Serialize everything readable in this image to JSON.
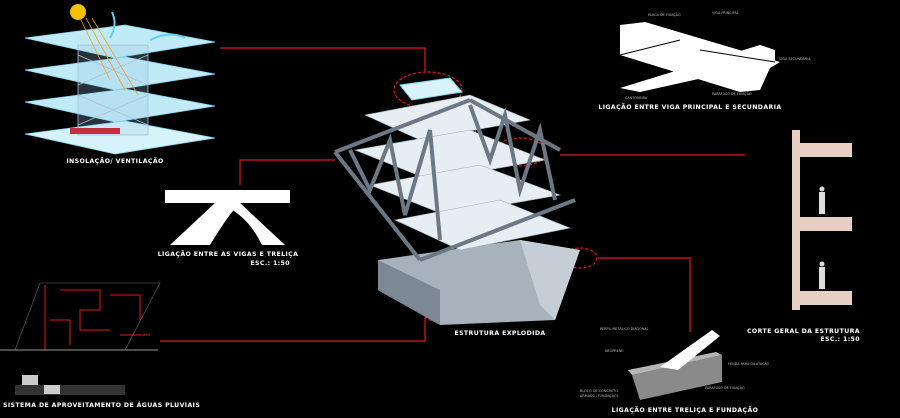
{
  "colors": {
    "background": "#000000",
    "connector": "#e0191c",
    "glass": "#7fd6ef",
    "steel": "#8d9aa6",
    "section": "#e8cfc4"
  },
  "panels": {
    "insolation": {
      "title": "INSOLAÇÃO/ VENTILAÇÃO"
    },
    "beam_truss": {
      "title": "LIGAÇÃO ENTRE AS VIGAS E TRELIÇA",
      "scale": "ESC.: 1:50"
    },
    "rainwater": {
      "title": "SISTEMA DE APROVEITAMENTO DE ÁGUAS PLUVIAIS"
    },
    "exploded": {
      "title": "ESTRUTURA EXPLODIDA"
    },
    "main_secondary": {
      "title": "LIGAÇÃO ENTRE VIGA PRINCIPAL E SECUNDARIA",
      "labels": [
        "PLACA DE FIXAÇÃO",
        "VIGA PRINCIPAL",
        "VIGA SECUNDÁRIA",
        "CANTONEIRA",
        "PARAFUSO DE FIXAÇÃO"
      ]
    },
    "section": {
      "title": "CORTE GERAL DA ESTRUTURA",
      "scale": "ESC.: 1:50"
    },
    "foundation": {
      "title": "LIGAÇÃO ENTRE TRELIÇA E FUNDAÇÃO",
      "labels": [
        "PERFIL METÁLICO DIAGONAL",
        "NEOPRENE",
        "FENDA PARA DILATAÇÃO",
        "PARAFUSO DE FIXAÇÃO",
        "BLOCO DE CONCRETO",
        "ARMADO (FUNDAÇÃO)"
      ]
    }
  }
}
